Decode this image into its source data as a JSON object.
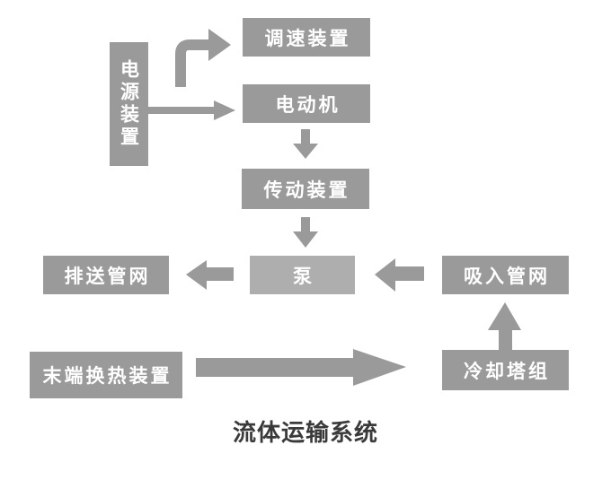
{
  "diagram": {
    "title": "流体运输系统",
    "nodes": {
      "power": {
        "label": "电源装置"
      },
      "speed": {
        "label": "调速装置"
      },
      "motor": {
        "label": "电动机"
      },
      "transmission": {
        "label": "传动装置"
      },
      "pump": {
        "label": "泵"
      },
      "discharge": {
        "label": "排送管网"
      },
      "suction": {
        "label": "吸入管网"
      },
      "terminal": {
        "label": "末端换热装置"
      },
      "cooling": {
        "label": "冷却塔组"
      }
    },
    "edges": [
      {
        "from": "power",
        "to": "speed"
      },
      {
        "from": "power",
        "to": "motor"
      },
      {
        "from": "motor",
        "to": "transmission"
      },
      {
        "from": "transmission",
        "to": "pump"
      },
      {
        "from": "pump",
        "to": "discharge"
      },
      {
        "from": "suction",
        "to": "pump"
      },
      {
        "from": "cooling",
        "to": "suction"
      },
      {
        "from": "terminal",
        "to": "cooling"
      }
    ],
    "colors": {
      "node_fill": "#9a9a9a",
      "pump_fill": "#aeaeae",
      "arrow": "#9a9a9a",
      "node_text": "#ffffff",
      "title_text": "#3a3a3a",
      "background": "#ffffff"
    }
  }
}
